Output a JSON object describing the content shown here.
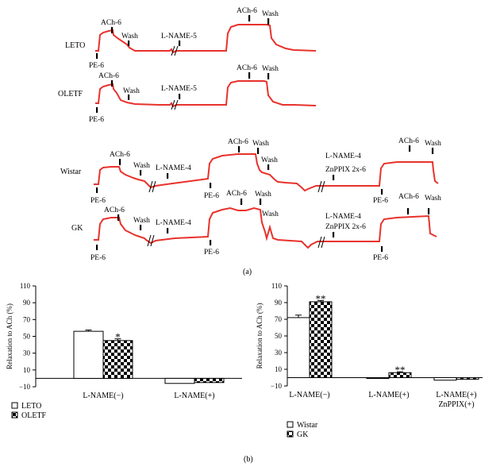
{
  "colors": {
    "trace": "#e8322c",
    "ink": "#000000",
    "background": "#ffffff"
  },
  "panel_a": {
    "caption": "(a)",
    "rows": [
      {
        "label": "LETO",
        "events": {
          "ach1": "ACh-6",
          "wash1": "Wash",
          "pe1": "PE-6",
          "lname": "L-NAME-5",
          "ach2": "ACh-6",
          "wash2": "Wash"
        }
      },
      {
        "label": "OLETF",
        "events": {
          "ach1": "ACh-6",
          "wash1": "Wash",
          "pe1": "PE-6",
          "lname": "L-NAME-5",
          "ach2": "ACh-6",
          "wash2": "Wash"
        }
      },
      {
        "label": "Wistar",
        "events": {
          "ach1": "ACh-6",
          "wash1": "Wash",
          "pe1": "PE-6",
          "lname": "L-NAME-4",
          "pe2": "PE-6",
          "ach2": "ACh-6",
          "wash2": "Wash",
          "wash3": "Wash",
          "lname2": "L-NAME-4",
          "znpp": "ZnPPIX 2x-6",
          "pe3": "PE-6",
          "ach3": "ACh-6",
          "wash4": "Wash"
        }
      },
      {
        "label": "GK",
        "events": {
          "ach1": "ACh-6",
          "wash1": "Wash",
          "pe1": "PE-6",
          "lname": "L-NAME-4",
          "pe2": "PE-6",
          "ach2": "ACh-6",
          "wash2": "Wash",
          "wash3": "Wash",
          "lname2": "L-NAME-4",
          "znpp": "ZnPPIX 2x-6",
          "pe3": "PE-6",
          "ach3": "ACh-6",
          "wash4": "Wash"
        }
      }
    ]
  },
  "panel_b": {
    "caption": "(b)"
  },
  "chart_data": [
    {
      "type": "bar",
      "ylabel": "Relaxation to ACh (%)",
      "ylim": [
        -10,
        110
      ],
      "yticks": [
        -10,
        10,
        30,
        50,
        70,
        90,
        110
      ],
      "categories": [
        "L-NAME(−)",
        "L-NAME(+)"
      ],
      "series": [
        {
          "name": "LETO",
          "values": [
            56,
            -6
          ],
          "errors": [
            1.5,
            0
          ],
          "significance": [
            "",
            ""
          ]
        },
        {
          "name": "OLETF",
          "values": [
            45,
            -5
          ],
          "errors": [
            2,
            0
          ],
          "significance": [
            "*",
            ""
          ]
        }
      ],
      "legend_placement": "bottom-left"
    },
    {
      "type": "bar",
      "ylabel": "Relaxation to ACh (%)",
      "ylim": [
        -10,
        110
      ],
      "yticks": [
        -10,
        10,
        30,
        50,
        70,
        90,
        110
      ],
      "categories": [
        "L-NAME(−)",
        "L-NAME(+)",
        "L-NAME(+)\nZnPPIX(+)"
      ],
      "series": [
        {
          "name": "Wistar",
          "values": [
            72,
            -1,
            -3
          ],
          "errors": [
            3,
            0,
            0
          ],
          "significance": [
            "",
            "",
            ""
          ]
        },
        {
          "name": "GK",
          "values": [
            91,
            6,
            -2
          ],
          "errors": [
            1.5,
            1,
            0
          ],
          "significance": [
            "**",
            "**",
            ""
          ]
        }
      ],
      "legend_placement": "bottom-left"
    }
  ]
}
